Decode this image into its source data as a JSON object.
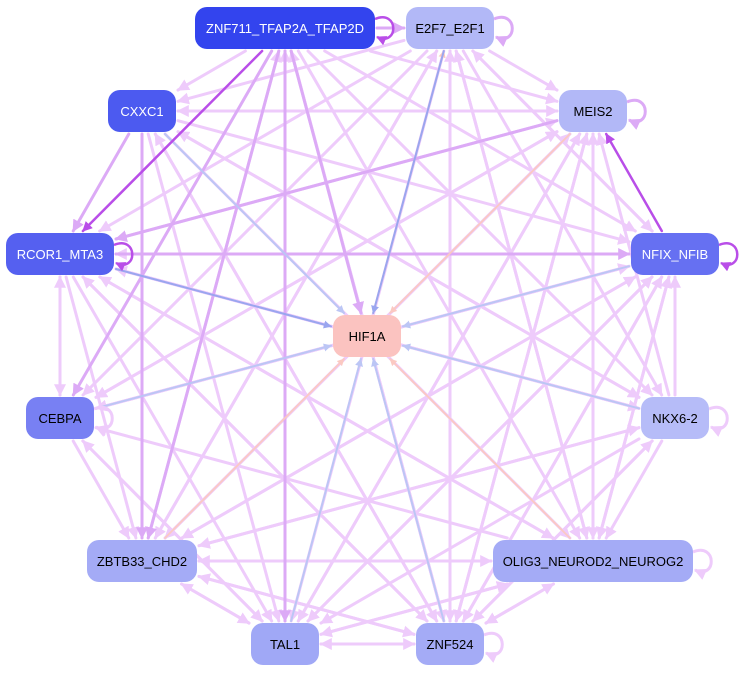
{
  "nodes": [
    {
      "id": "ZNF711_TFAP2A_TFAP2D",
      "label": "ZNF711_TFAP2A_TFAP2D",
      "color": "#3344ee",
      "text": "#ffffff"
    },
    {
      "id": "E2F7_E2F1",
      "label": "E2F7_E2F1",
      "color": "#b2b8f7",
      "text": "#000000"
    },
    {
      "id": "CXXC1",
      "label": "CXXC1",
      "color": "#4c5af0",
      "text": "#ffffff"
    },
    {
      "id": "MEIS2",
      "label": "MEIS2",
      "color": "#b2b8f7",
      "text": "#000000"
    },
    {
      "id": "RCOR1_MTA3",
      "label": "RCOR1_MTA3",
      "color": "#5560f0",
      "text": "#ffffff"
    },
    {
      "id": "NFIX_NFIB",
      "label": "NFIX_NFIB",
      "color": "#6670f2",
      "text": "#ffffff"
    },
    {
      "id": "HIF1A",
      "label": "HIF1A",
      "color": "#fbc3c0",
      "text": "#000000"
    },
    {
      "id": "CEBPA",
      "label": "CEBPA",
      "color": "#7880f3",
      "text": "#000000"
    },
    {
      "id": "NKX6-2",
      "label": "NKX6-2",
      "color": "#b6bcf8",
      "text": "#000000"
    },
    {
      "id": "ZBTB33_CHD2",
      "label": "ZBTB33_CHD2",
      "color": "#a4abf6",
      "text": "#000000"
    },
    {
      "id": "OLIG3_NEUROD2_NEUROG2",
      "label": "OLIG3_NEUROD2_NEUROG2",
      "color": "#a4abf6",
      "text": "#000000"
    },
    {
      "id": "TAL1",
      "label": "TAL1",
      "color": "#a0a8f6",
      "text": "#000000"
    },
    {
      "id": "ZNF524",
      "label": "ZNF524",
      "color": "#a4abf6",
      "text": "#000000"
    }
  ],
  "edge_colors": {
    "light_magenta": "#eecbfb",
    "magenta": "#dcaaf6",
    "strong_magenta": "#b94ee8",
    "blue": "#9aa6ef",
    "light_blue": "#bcc6f5",
    "salmon": "#fbc9c2"
  },
  "edges": [
    {
      "from": "ZNF711_TFAP2A_TFAP2D",
      "to": "RCOR1_MTA3",
      "kind": "strong_magenta"
    },
    {
      "from": "ZNF711_TFAP2A_TFAP2D",
      "to": "CEBPA",
      "kind": "magenta"
    },
    {
      "from": "ZNF711_TFAP2A_TFAP2D",
      "to": "HIF1A",
      "kind": "magenta"
    },
    {
      "from": "ZNF711_TFAP2A_TFAP2D",
      "to": "ZBTB33_CHD2",
      "kind": "magenta"
    },
    {
      "from": "ZNF711_TFAP2A_TFAP2D",
      "to": "TAL1",
      "kind": "magenta"
    },
    {
      "from": "ZNF711_TFAP2A_TFAP2D",
      "to": "ZNF524",
      "kind": "light_magenta"
    },
    {
      "from": "ZNF711_TFAP2A_TFAP2D",
      "to": "OLIG3_NEUROD2_NEUROG2",
      "kind": "light_magenta"
    },
    {
      "from": "ZNF711_TFAP2A_TFAP2D",
      "to": "NKX6-2",
      "kind": "light_magenta"
    },
    {
      "from": "ZNF711_TFAP2A_TFAP2D",
      "to": "NFIX_NFIB",
      "kind": "light_magenta"
    },
    {
      "from": "ZNF711_TFAP2A_TFAP2D",
      "to": "MEIS2",
      "kind": "light_magenta"
    },
    {
      "from": "ZNF711_TFAP2A_TFAP2D",
      "to": "CXXC1",
      "kind": "light_magenta"
    },
    {
      "from": "ZNF711_TFAP2A_TFAP2D",
      "to": "E2F7_E2F1",
      "kind": "magenta"
    },
    {
      "from": "E2F7_E2F1",
      "to": "HIF1A",
      "kind": "blue"
    },
    {
      "from": "E2F7_E2F1",
      "to": "CXXC1",
      "kind": "light_magenta"
    },
    {
      "from": "E2F7_E2F1",
      "to": "RCOR1_MTA3",
      "kind": "light_magenta"
    },
    {
      "from": "E2F7_E2F1",
      "to": "CEBPA",
      "kind": "light_magenta"
    },
    {
      "from": "E2F7_E2F1",
      "to": "ZBTB33_CHD2",
      "kind": "light_magenta"
    },
    {
      "from": "E2F7_E2F1",
      "to": "TAL1",
      "kind": "light_magenta"
    },
    {
      "from": "E2F7_E2F1",
      "to": "ZNF524",
      "kind": "light_magenta"
    },
    {
      "from": "E2F7_E2F1",
      "to": "OLIG3_NEUROD2_NEUROG2",
      "kind": "light_magenta"
    },
    {
      "from": "E2F7_E2F1",
      "to": "NKX6-2",
      "kind": "light_magenta"
    },
    {
      "from": "E2F7_E2F1",
      "to": "NFIX_NFIB",
      "kind": "light_magenta"
    },
    {
      "from": "E2F7_E2F1",
      "to": "MEIS2",
      "kind": "light_magenta"
    },
    {
      "from": "CXXC1",
      "to": "HIF1A",
      "kind": "light_blue"
    },
    {
      "from": "CXXC1",
      "to": "RCOR1_MTA3",
      "kind": "magenta"
    },
    {
      "from": "CXXC1",
      "to": "ZBTB33_CHD2",
      "kind": "magenta"
    },
    {
      "from": "CXXC1",
      "to": "TAL1",
      "kind": "light_magenta"
    },
    {
      "from": "CXXC1",
      "to": "ZNF524",
      "kind": "light_magenta"
    },
    {
      "from": "CXXC1",
      "to": "OLIG3_NEUROD2_NEUROG2",
      "kind": "light_magenta"
    },
    {
      "from": "CXXC1",
      "to": "NKX6-2",
      "kind": "light_magenta"
    },
    {
      "from": "CXXC1",
      "to": "NFIX_NFIB",
      "kind": "light_magenta"
    },
    {
      "from": "CXXC1",
      "to": "MEIS2",
      "kind": "light_magenta"
    },
    {
      "from": "MEIS2",
      "to": "HIF1A",
      "kind": "salmon"
    },
    {
      "from": "MEIS2",
      "to": "RCOR1_MTA3",
      "kind": "magenta"
    },
    {
      "from": "MEIS2",
      "to": "CXXC1",
      "kind": "light_magenta"
    },
    {
      "from": "MEIS2",
      "to": "CEBPA",
      "kind": "light_magenta"
    },
    {
      "from": "MEIS2",
      "to": "ZBTB33_CHD2",
      "kind": "light_magenta"
    },
    {
      "from": "MEIS2",
      "to": "TAL1",
      "kind": "light_magenta"
    },
    {
      "from": "MEIS2",
      "to": "ZNF524",
      "kind": "light_magenta"
    },
    {
      "from": "MEIS2",
      "to": "OLIG3_NEUROD2_NEUROG2",
      "kind": "light_magenta"
    },
    {
      "from": "RCOR1_MTA3",
      "to": "HIF1A",
      "kind": "blue"
    },
    {
      "from": "RCOR1_MTA3",
      "to": "NFIX_NFIB",
      "kind": "magenta"
    },
    {
      "from": "RCOR1_MTA3",
      "to": "CEBPA",
      "kind": "light_magenta"
    },
    {
      "from": "RCOR1_MTA3",
      "to": "ZBTB33_CHD2",
      "kind": "light_magenta"
    },
    {
      "from": "RCOR1_MTA3",
      "to": "TAL1",
      "kind": "light_magenta"
    },
    {
      "from": "RCOR1_MTA3",
      "to": "ZNF524",
      "kind": "light_magenta"
    },
    {
      "from": "RCOR1_MTA3",
      "to": "OLIG3_NEUROD2_NEUROG2",
      "kind": "light_magenta"
    },
    {
      "from": "RCOR1_MTA3",
      "to": "NKX6-2",
      "kind": "light_magenta"
    },
    {
      "from": "RCOR1_MTA3",
      "to": "MEIS2",
      "kind": "light_magenta"
    },
    {
      "from": "NFIX_NFIB",
      "to": "HIF1A",
      "kind": "light_blue"
    },
    {
      "from": "NFIX_NFIB",
      "to": "MEIS2",
      "kind": "strong_magenta"
    },
    {
      "from": "NFIX_NFIB",
      "to": "RCOR1_MTA3",
      "kind": "light_magenta"
    },
    {
      "from": "NFIX_NFIB",
      "to": "ZBTB33_CHD2",
      "kind": "light_magenta"
    },
    {
      "from": "NFIX_NFIB",
      "to": "TAL1",
      "kind": "light_magenta"
    },
    {
      "from": "NFIX_NFIB",
      "to": "ZNF524",
      "kind": "light_magenta"
    },
    {
      "from": "NFIX_NFIB",
      "to": "OLIG3_NEUROD2_NEUROG2",
      "kind": "light_magenta"
    },
    {
      "from": "NFIX_NFIB",
      "to": "CEBPA",
      "kind": "light_magenta"
    },
    {
      "from": "NFIX_NFIB",
      "to": "E2F7_E2F1",
      "kind": "light_magenta"
    },
    {
      "from": "CEBPA",
      "to": "HIF1A",
      "kind": "light_blue"
    },
    {
      "from": "CEBPA",
      "to": "RCOR1_MTA3",
      "kind": "light_magenta"
    },
    {
      "from": "CEBPA",
      "to": "ZBTB33_CHD2",
      "kind": "light_magenta"
    },
    {
      "from": "CEBPA",
      "to": "TAL1",
      "kind": "light_magenta"
    },
    {
      "from": "CEBPA",
      "to": "NFIX_NFIB",
      "kind": "light_magenta"
    },
    {
      "from": "CEBPA",
      "to": "MEIS2",
      "kind": "light_magenta"
    },
    {
      "from": "NKX6-2",
      "to": "HIF1A",
      "kind": "light_blue"
    },
    {
      "from": "NKX6-2",
      "to": "RCOR1_MTA3",
      "kind": "light_magenta"
    },
    {
      "from": "NKX6-2",
      "to": "ZBTB33_CHD2",
      "kind": "light_magenta"
    },
    {
      "from": "NKX6-2",
      "to": "TAL1",
      "kind": "light_magenta"
    },
    {
      "from": "NKX6-2",
      "to": "ZNF524",
      "kind": "light_magenta"
    },
    {
      "from": "NKX6-2",
      "to": "OLIG3_NEUROD2_NEUROG2",
      "kind": "light_magenta"
    },
    {
      "from": "NKX6-2",
      "to": "NFIX_NFIB",
      "kind": "light_magenta"
    },
    {
      "from": "NKX6-2",
      "to": "MEIS2",
      "kind": "light_magenta"
    },
    {
      "from": "NKX6-2",
      "to": "CXXC1",
      "kind": "light_magenta"
    },
    {
      "from": "ZBTB33_CHD2",
      "to": "HIF1A",
      "kind": "salmon"
    },
    {
      "from": "ZBTB33_CHD2",
      "to": "ZNF711_TFAP2A_TFAP2D",
      "kind": "light_magenta"
    },
    {
      "from": "ZBTB33_CHD2",
      "to": "OLIG3_NEUROD2_NEUROG2",
      "kind": "light_magenta"
    },
    {
      "from": "ZBTB33_CHD2",
      "to": "ZNF524",
      "kind": "light_magenta"
    },
    {
      "from": "ZBTB33_CHD2",
      "to": "TAL1",
      "kind": "light_magenta"
    },
    {
      "from": "ZBTB33_CHD2",
      "to": "NFIX_NFIB",
      "kind": "light_magenta"
    },
    {
      "from": "ZBTB33_CHD2",
      "to": "MEIS2",
      "kind": "light_magenta"
    },
    {
      "from": "ZBTB33_CHD2",
      "to": "E2F7_E2F1",
      "kind": "light_magenta"
    },
    {
      "from": "ZBTB33_CHD2",
      "to": "NKX6-2",
      "kind": "light_magenta"
    },
    {
      "from": "OLIG3_NEUROD2_NEUROG2",
      "to": "HIF1A",
      "kind": "salmon"
    },
    {
      "from": "OLIG3_NEUROD2_NEUROG2",
      "to": "ZBTB33_CHD2",
      "kind": "light_magenta"
    },
    {
      "from": "OLIG3_NEUROD2_NEUROG2",
      "to": "TAL1",
      "kind": "light_magenta"
    },
    {
      "from": "OLIG3_NEUROD2_NEUROG2",
      "to": "ZNF524",
      "kind": "light_magenta"
    },
    {
      "from": "OLIG3_NEUROD2_NEUROG2",
      "to": "NFIX_NFIB",
      "kind": "light_magenta"
    },
    {
      "from": "OLIG3_NEUROD2_NEUROG2",
      "to": "MEIS2",
      "kind": "light_magenta"
    },
    {
      "from": "OLIG3_NEUROD2_NEUROG2",
      "to": "E2F7_E2F1",
      "kind": "light_magenta"
    },
    {
      "from": "OLIG3_NEUROD2_NEUROG2",
      "to": "RCOR1_MTA3",
      "kind": "light_magenta"
    },
    {
      "from": "OLIG3_NEUROD2_NEUROG2",
      "to": "CEBPA",
      "kind": "light_magenta"
    },
    {
      "from": "TAL1",
      "to": "HIF1A",
      "kind": "light_blue"
    },
    {
      "from": "TAL1",
      "to": "ZNF524",
      "kind": "light_magenta"
    },
    {
      "from": "TAL1",
      "to": "ZBTB33_CHD2",
      "kind": "light_magenta"
    },
    {
      "from": "TAL1",
      "to": "OLIG3_NEUROD2_NEUROG2",
      "kind": "light_magenta"
    },
    {
      "from": "TAL1",
      "to": "NFIX_NFIB",
      "kind": "light_magenta"
    },
    {
      "from": "TAL1",
      "to": "MEIS2",
      "kind": "light_magenta"
    },
    {
      "from": "TAL1",
      "to": "ZNF711_TFAP2A_TFAP2D",
      "kind": "light_magenta"
    },
    {
      "from": "TAL1",
      "to": "CEBPA",
      "kind": "light_magenta"
    },
    {
      "from": "ZNF524",
      "to": "HIF1A",
      "kind": "light_blue"
    },
    {
      "from": "ZNF524",
      "to": "ZBTB33_CHD2",
      "kind": "light_magenta"
    },
    {
      "from": "ZNF524",
      "to": "TAL1",
      "kind": "light_magenta"
    },
    {
      "from": "ZNF524",
      "to": "OLIG3_NEUROD2_NEUROG2",
      "kind": "light_magenta"
    },
    {
      "from": "ZNF524",
      "to": "NFIX_NFIB",
      "kind": "light_magenta"
    },
    {
      "from": "ZNF524",
      "to": "MEIS2",
      "kind": "light_magenta"
    },
    {
      "from": "ZNF524",
      "to": "E2F7_E2F1",
      "kind": "light_magenta"
    },
    {
      "from": "ZNF524",
      "to": "ZNF711_TFAP2A_TFAP2D",
      "kind": "light_magenta"
    },
    {
      "from": "ZNF524",
      "to": "CXXC1",
      "kind": "light_magenta"
    },
    {
      "from": "ZNF524",
      "to": "RCOR1_MTA3",
      "kind": "light_magenta"
    },
    {
      "from": "ZNF524",
      "to": "NKX6-2",
      "kind": "light_magenta"
    },
    {
      "from": "HIF1A",
      "to": "E2F7_E2F1",
      "kind": "salmon"
    }
  ],
  "self_loops": [
    {
      "node": "ZNF711_TFAP2A_TFAP2D",
      "kind": "strong_magenta"
    },
    {
      "node": "E2F7_E2F1",
      "kind": "magenta"
    },
    {
      "node": "MEIS2",
      "kind": "magenta"
    },
    {
      "node": "RCOR1_MTA3",
      "kind": "strong_magenta"
    },
    {
      "node": "NFIX_NFIB",
      "kind": "strong_magenta"
    },
    {
      "node": "CEBPA",
      "kind": "light_magenta"
    },
    {
      "node": "NKX6-2",
      "kind": "light_magenta"
    },
    {
      "node": "OLIG3_NEUROD2_NEUROG2",
      "kind": "light_magenta"
    },
    {
      "node": "ZNF524",
      "kind": "light_magenta"
    }
  ]
}
